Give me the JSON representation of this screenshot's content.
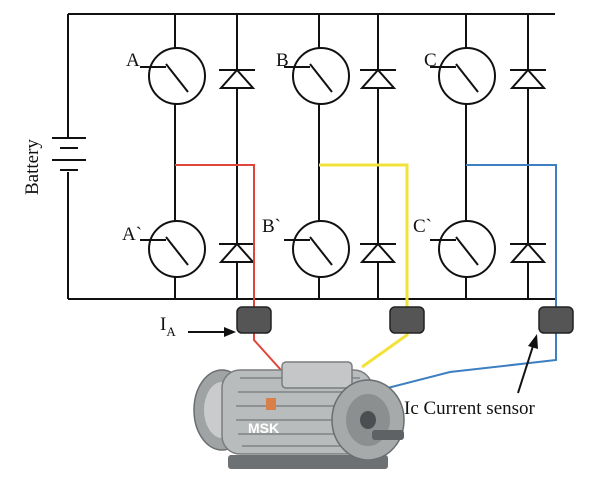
{
  "labels": {
    "battery": "Battery",
    "switch_a": "A",
    "switch_b": "B",
    "switch_c": "C",
    "switch_a_low": "A`",
    "switch_b_low": "B`",
    "switch_c_low": "C`",
    "current_a_main": "I",
    "current_a_sub": "A",
    "sensor_c": "Ic Current sensor",
    "motor_brand": "MSK"
  },
  "colors": {
    "phase_a": "#e0453a",
    "phase_b": "#f2e23a",
    "phase_c": "#3d7fc0",
    "sensor": "#555555",
    "motor_body": "#b9bcbd"
  }
}
